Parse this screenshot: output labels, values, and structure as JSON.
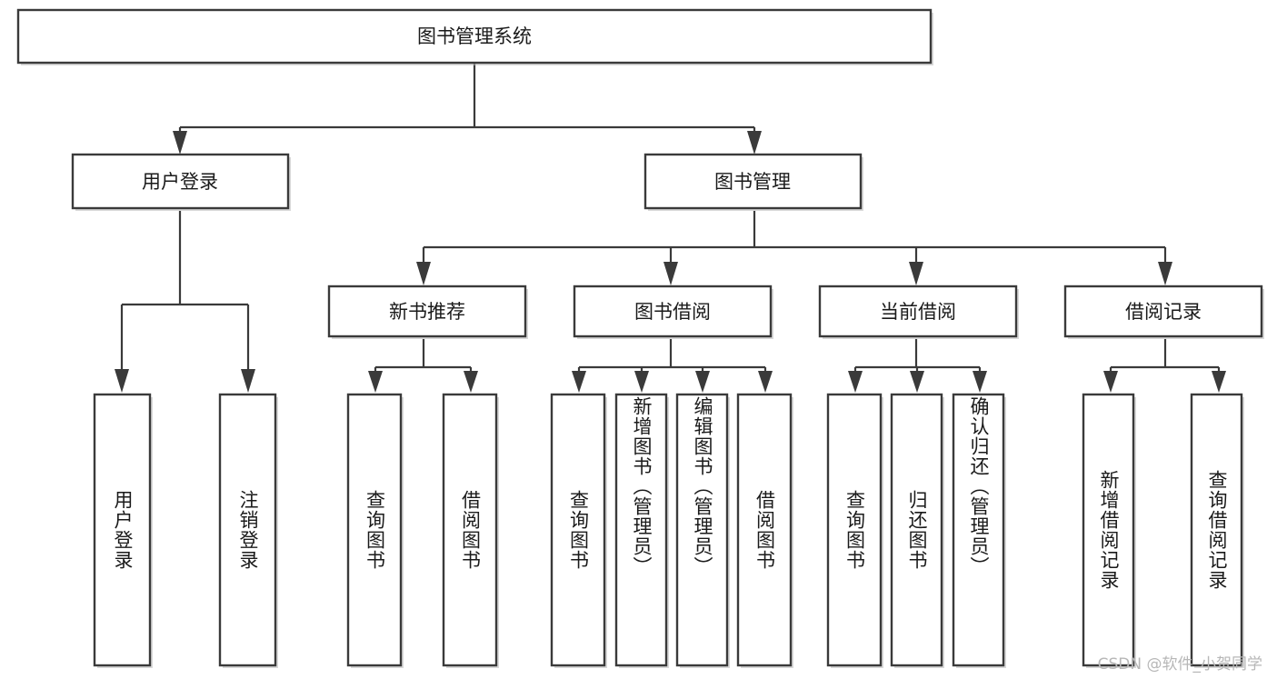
{
  "diagram": {
    "type": "tree",
    "title": "图书管理系统",
    "watermark": "CSDN @软件_小贺同学",
    "colors": {
      "box_stroke": "#3a3a3a",
      "box_fill": "#ffffff",
      "line": "#3a3a3a",
      "text": "#1a1a1a",
      "watermark": "#b7b7b7",
      "background": "#ffffff"
    },
    "root": {
      "label": "图书管理系统"
    },
    "level1": [
      {
        "label": "用户登录"
      },
      {
        "label": "图书管理"
      }
    ],
    "level2": [
      {
        "label": "新书推荐"
      },
      {
        "label": "图书借阅"
      },
      {
        "label": "当前借阅"
      },
      {
        "label": "借阅记录"
      }
    ],
    "leaves_user_login": [
      {
        "label": "用户登录"
      },
      {
        "label": "注销登录"
      }
    ],
    "leaves_new_book": [
      {
        "label": "查询图书"
      },
      {
        "label": "借阅图书"
      }
    ],
    "leaves_borrow": [
      {
        "label": "查询图书"
      },
      {
        "label": "新增图书（管理员）"
      },
      {
        "label": "编辑图书（管理员）"
      },
      {
        "label": "借阅图书"
      }
    ],
    "leaves_current": [
      {
        "label": "查询图书"
      },
      {
        "label": "归还图书"
      },
      {
        "label": "确认归还（管理员）"
      }
    ],
    "leaves_record": [
      {
        "label": "新增借阅记录"
      },
      {
        "label": "查询借阅记录"
      }
    ]
  }
}
